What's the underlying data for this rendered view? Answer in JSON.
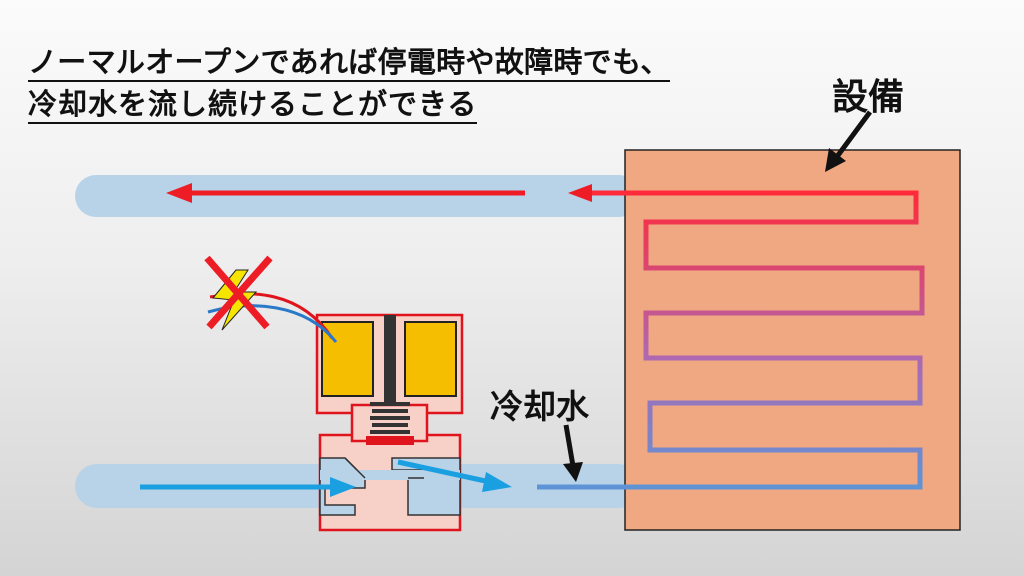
{
  "caption": {
    "line1": "ノーマルオープンであれば停電時や故障時でも、",
    "line2": "冷却水を流し続けることができる"
  },
  "labels": {
    "equipment": "設備",
    "coolant": "冷却水"
  },
  "colors": {
    "pipe": "#b8d2e8",
    "hot_flow": "#ee1c24",
    "cold_flow": "#1aa0e0",
    "equipment_fill": "#f0a882",
    "valve_outline": "#e0141c",
    "coil": "#f6be00",
    "spring": "#333333"
  },
  "icons": [
    "power-off-icon",
    "lightning-icon",
    "cross-icon"
  ]
}
